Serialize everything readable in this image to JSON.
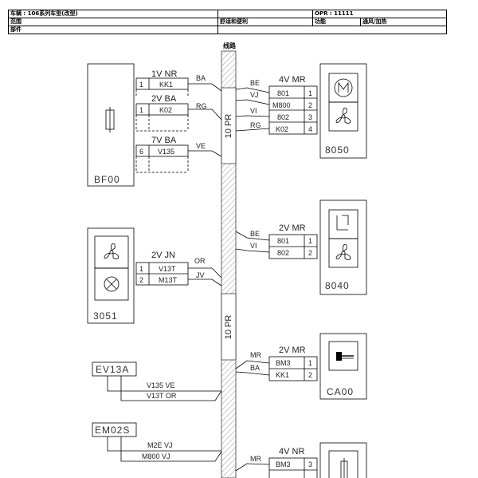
{
  "header": {
    "vehicle": "车辆 : 106系列车型(改型)",
    "scope_label": "范围",
    "scope_value": "舒适和便利",
    "opr": "OPR : 11111",
    "function_label": "功能",
    "function_value": "通风/加热",
    "parts_label": "部件"
  },
  "harness": {
    "title": "线路",
    "label_top": "10 PR",
    "label_bottom": "10 PR"
  },
  "components": {
    "bf00": {
      "name": "BF00"
    },
    "c3051": {
      "name": "3051"
    },
    "ev13a": {
      "name": "EV13A"
    },
    "em02s": {
      "name": "EM02S"
    },
    "c8050": {
      "name": "8050"
    },
    "c8040": {
      "name": "8040"
    },
    "ca00": {
      "name": "CA00"
    }
  },
  "left_connectors": {
    "bf00_c1": {
      "header": "1V NR",
      "color": "BA",
      "pin": "1",
      "wire": "KK1"
    },
    "bf00_c2": {
      "header": "2V BA",
      "color": "RG",
      "pin": "1",
      "wire": "K02"
    },
    "bf00_c3": {
      "header": "7V BA",
      "color": "VE",
      "pin": "6",
      "wire": "V135"
    },
    "c3051": {
      "header": "2V JN",
      "rows": [
        {
          "pin": "1",
          "wire": "V13T",
          "color": "OR"
        },
        {
          "pin": "2",
          "wire": "M13T",
          "color": "JV"
        }
      ]
    }
  },
  "left_wires": {
    "ev13a_1": "V135 VE",
    "ev13a_2": "V13T OR",
    "em02s_1": "M2E VJ",
    "em02s_2": "M800 VJ"
  },
  "right_connectors": {
    "c8050": {
      "header": "4V MR",
      "rows": [
        {
          "color": "BE",
          "wire": "801",
          "pin": "1"
        },
        {
          "color": "VJ",
          "wire": "M800",
          "pin": "2"
        },
        {
          "color": "VI",
          "wire": "802",
          "pin": "3"
        },
        {
          "color": "RG",
          "wire": "K02",
          "pin": "4"
        }
      ]
    },
    "c8040": {
      "header": "2V MR",
      "rows": [
        {
          "color": "BE",
          "wire": "801",
          "pin": "1"
        },
        {
          "color": "VI",
          "wire": "802",
          "pin": "2"
        }
      ]
    },
    "ca00": {
      "header": "2V MR",
      "rows": [
        {
          "color": "MR",
          "wire": "BM3",
          "pin": "1"
        },
        {
          "color": "BA",
          "wire": "KK1",
          "pin": "2"
        }
      ]
    },
    "bottom": {
      "header": "4V NR",
      "rows": [
        {
          "color": "MR",
          "wire": "BM3",
          "pin": "3"
        }
      ]
    }
  }
}
